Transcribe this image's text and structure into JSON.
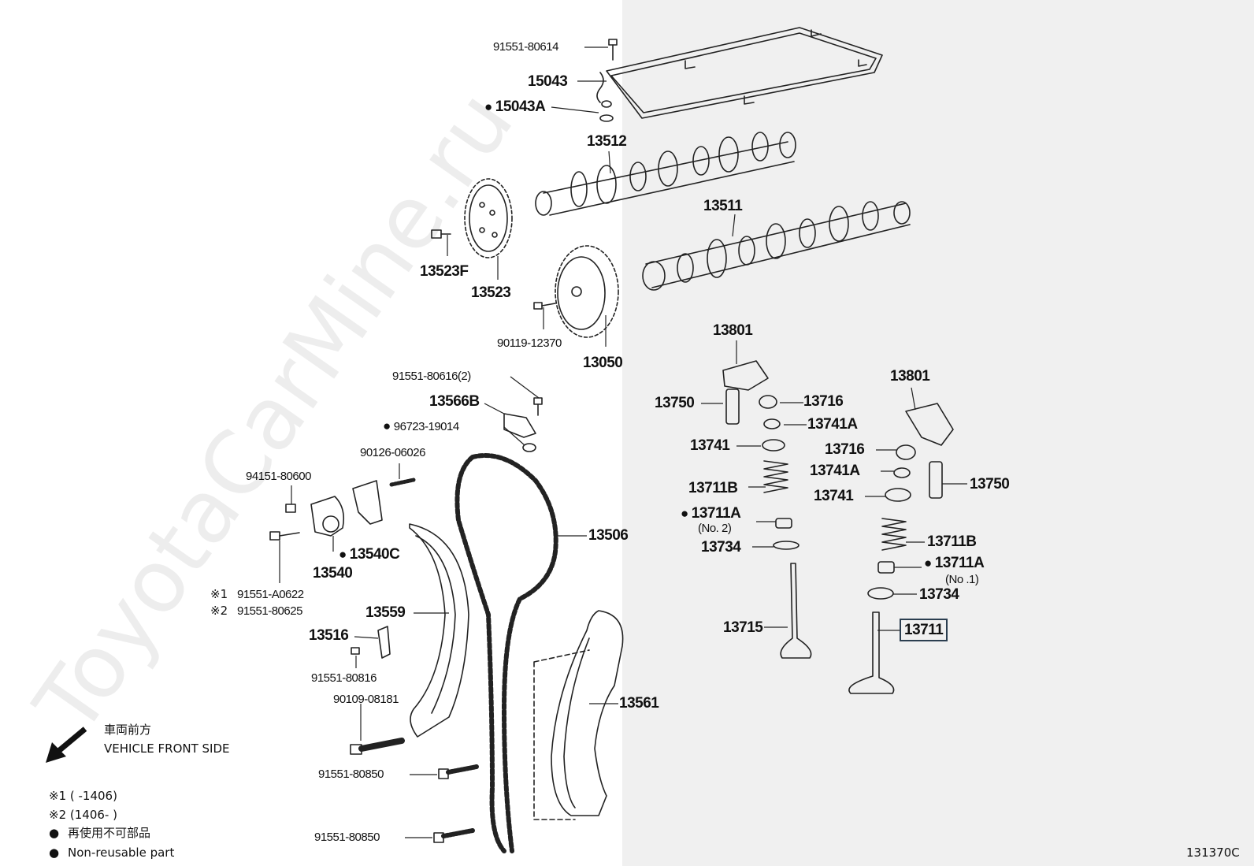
{
  "watermark": "ToyotaCarMine.ru",
  "callouts": {
    "p91551_80614": "91551-80614",
    "p15043": "15043",
    "p15043A": "15043A",
    "p13512": "13512",
    "p13511": "13511",
    "p13523F": "13523F",
    "p13523": "13523",
    "p90119_12370": "90119-12370",
    "p13050": "13050",
    "p91551_80616": "91551-80616(2)",
    "p13566B": "13566B",
    "p96723_19014": "96723-19014",
    "p90126_06026": "90126-06026",
    "p94151_80600": "94151-80600",
    "p13540C": "13540C",
    "p13540": "13540",
    "p91551_A0622": "91551-A0622",
    "p91551_80625": "91551-80625",
    "p13506": "13506",
    "p13559": "13559",
    "p13516": "13516",
    "p91551_80816": "91551-80816",
    "p90109_08181": "90109-08181",
    "p91551_80850a": "91551-80850",
    "p91551_80850b": "91551-80850",
    "p13561": "13561",
    "p13801a": "13801",
    "p13750a": "13750",
    "p13716a": "13716",
    "p13741Aa": "13741A",
    "p13741a": "13741",
    "p13711Ba": "13711B",
    "p13711Aa": "13711A",
    "p13711Aa_sub": "(No. 2)",
    "p13734a": "13734",
    "p13715": "13715",
    "p13801b": "13801",
    "p13716b": "13716",
    "p13741Ab": "13741A",
    "p13750b": "13750",
    "p13741b": "13741",
    "p13711Bb": "13711B",
    "p13711Ab": "13711A",
    "p13711Ab_sub": "(No .1)",
    "p13734b": "13734",
    "p13711": "13711"
  },
  "markers": {
    "m1": "※1",
    "m2": "※2"
  },
  "legend": {
    "front_jp": "車両前方",
    "front_en": "VEHICLE FRONT SIDE",
    "range1": "※1 (        -1406)",
    "range2": "※2 (1406-        )",
    "nonreuse_jp": "再使用不可部品",
    "nonreuse_en": "Non-reusable part"
  },
  "figure_code": "131370C"
}
